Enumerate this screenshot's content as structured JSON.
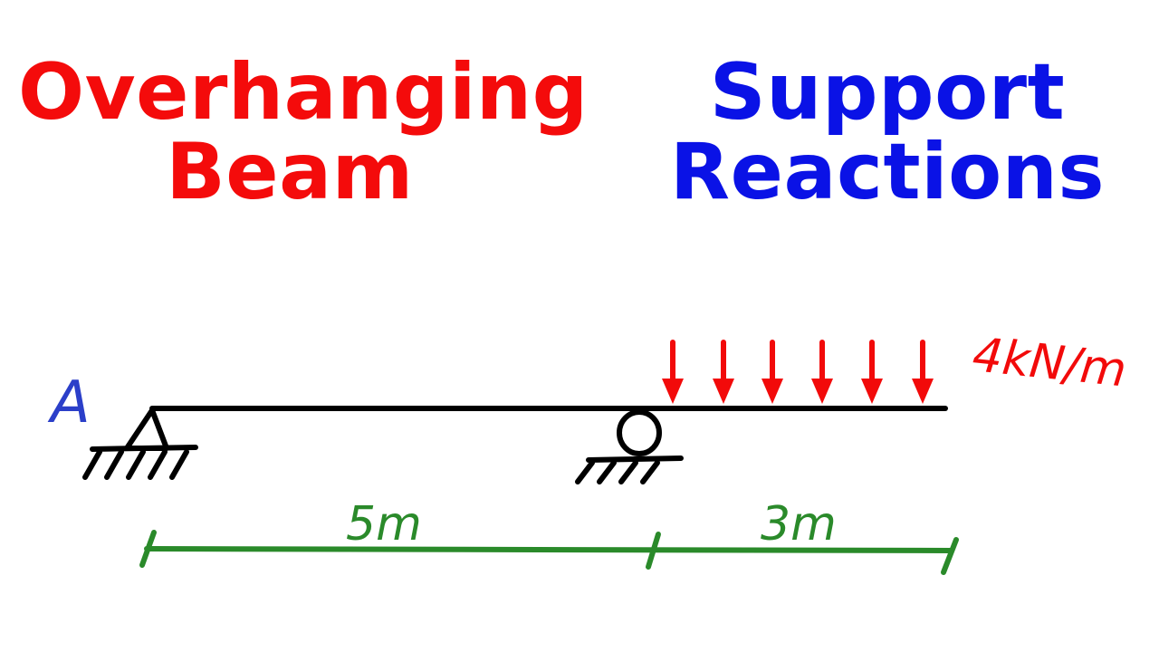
{
  "titles": {
    "left_line1": "Overhanging",
    "left_line2": "Beam",
    "right_line1": "Support",
    "right_line2": "Reactions"
  },
  "diagram": {
    "point_label": "A",
    "load_label": "4kN/m",
    "dim_left": "5m",
    "dim_right": "3m",
    "colors": {
      "beam": "#000000",
      "load": "#f20a0a",
      "dimension": "#2a8a2a",
      "point_label": "#2b3fc9",
      "title_left": "#f40b0b",
      "title_right": "#0a12e6"
    }
  }
}
